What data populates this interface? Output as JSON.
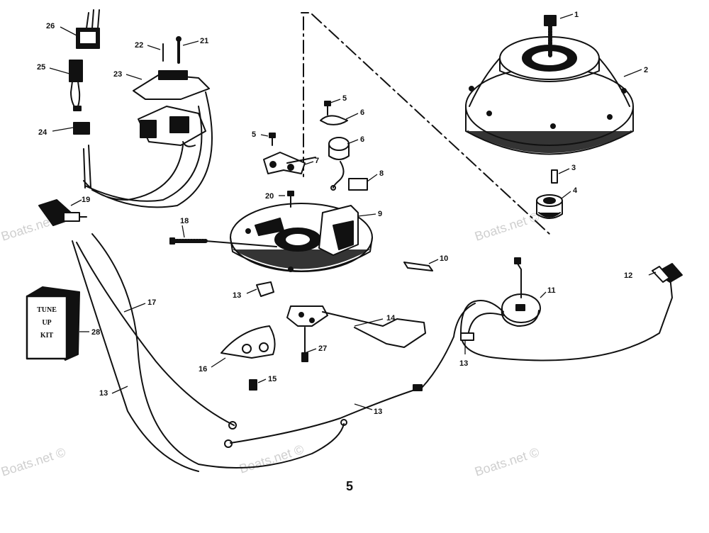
{
  "watermark": "Boats.net ©",
  "page_number": "5",
  "tune_up_kit": {
    "line1": "TUNE",
    "line2": "UP",
    "line3": "KIT"
  },
  "callouts": {
    "c1": "1",
    "c2": "2",
    "c3": "3",
    "c4": "4",
    "c5a": "5",
    "c5b": "5",
    "c6a": "6",
    "c6b": "6",
    "c7": "7",
    "c8": "8",
    "c9": "9",
    "c10": "10",
    "c11": "11",
    "c12": "12",
    "c13a": "13",
    "c13b": "13",
    "c13c": "13",
    "c13d": "13",
    "c14": "14",
    "c15": "15",
    "c16": "16",
    "c17": "17",
    "c18": "18",
    "c19": "19",
    "c20": "20",
    "c21": "21",
    "c22": "22",
    "c23": "23",
    "c24": "24",
    "c25": "25",
    "c26": "26",
    "c27": "27",
    "c28": "28"
  }
}
